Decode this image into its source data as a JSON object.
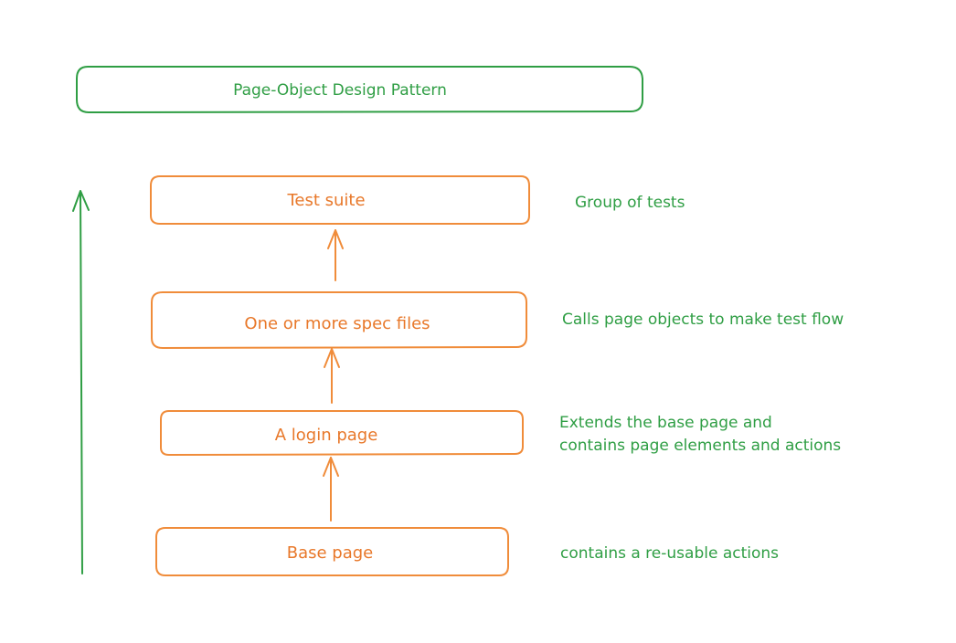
{
  "colors": {
    "green": "#2f9e44",
    "orange": "#e8782a",
    "background": "#ffffff"
  },
  "title": "Page-Object Design Pattern",
  "layers": [
    {
      "label": "Test suite",
      "description": [
        "Group of tests"
      ]
    },
    {
      "label": "One or more spec files",
      "description": [
        "Calls page objects to make test flow"
      ]
    },
    {
      "label": "A login page",
      "description": [
        "Extends the base page and",
        "contains page elements and actions"
      ]
    },
    {
      "label": "Base page",
      "description": [
        "contains a re-usable actions"
      ]
    }
  ]
}
